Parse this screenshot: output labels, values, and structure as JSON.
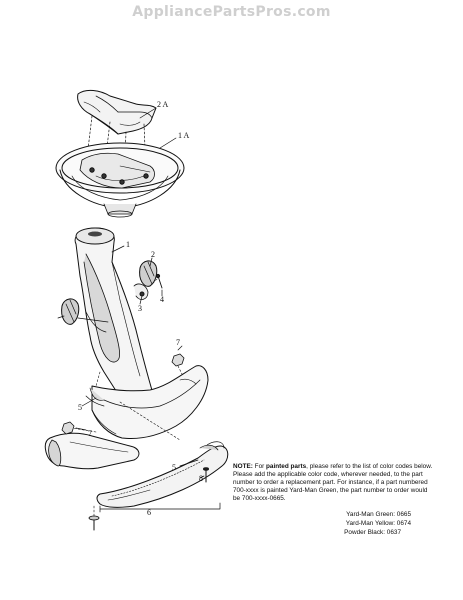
{
  "watermark": "AppliancePartsPros.com",
  "callouts": {
    "c2a": "2 A",
    "c1a": "1 A",
    "c1": "1",
    "c2": "2",
    "c3": "3",
    "c4": "4",
    "c7a": "7",
    "c5a": "5",
    "c7b": "7",
    "c5b": "5",
    "c8": "8",
    "c6": "6"
  },
  "note": {
    "label": "NOTE:",
    "text_before": " For ",
    "emphasis": "painted parts",
    "text_after": ", please refer to the list of color codes below.  Please add the applicable color code, wherever needed, to the part number to order a replacement part.  For instance, if a part numbered 700-xxxx is painted Yard-Man Green, the part number to order would be 700-xxxx-0665."
  },
  "color_codes": [
    "Yard-Man Green: 0665",
    "Yard-Man Yellow: 0674",
    "Powder Black: 0637"
  ]
}
